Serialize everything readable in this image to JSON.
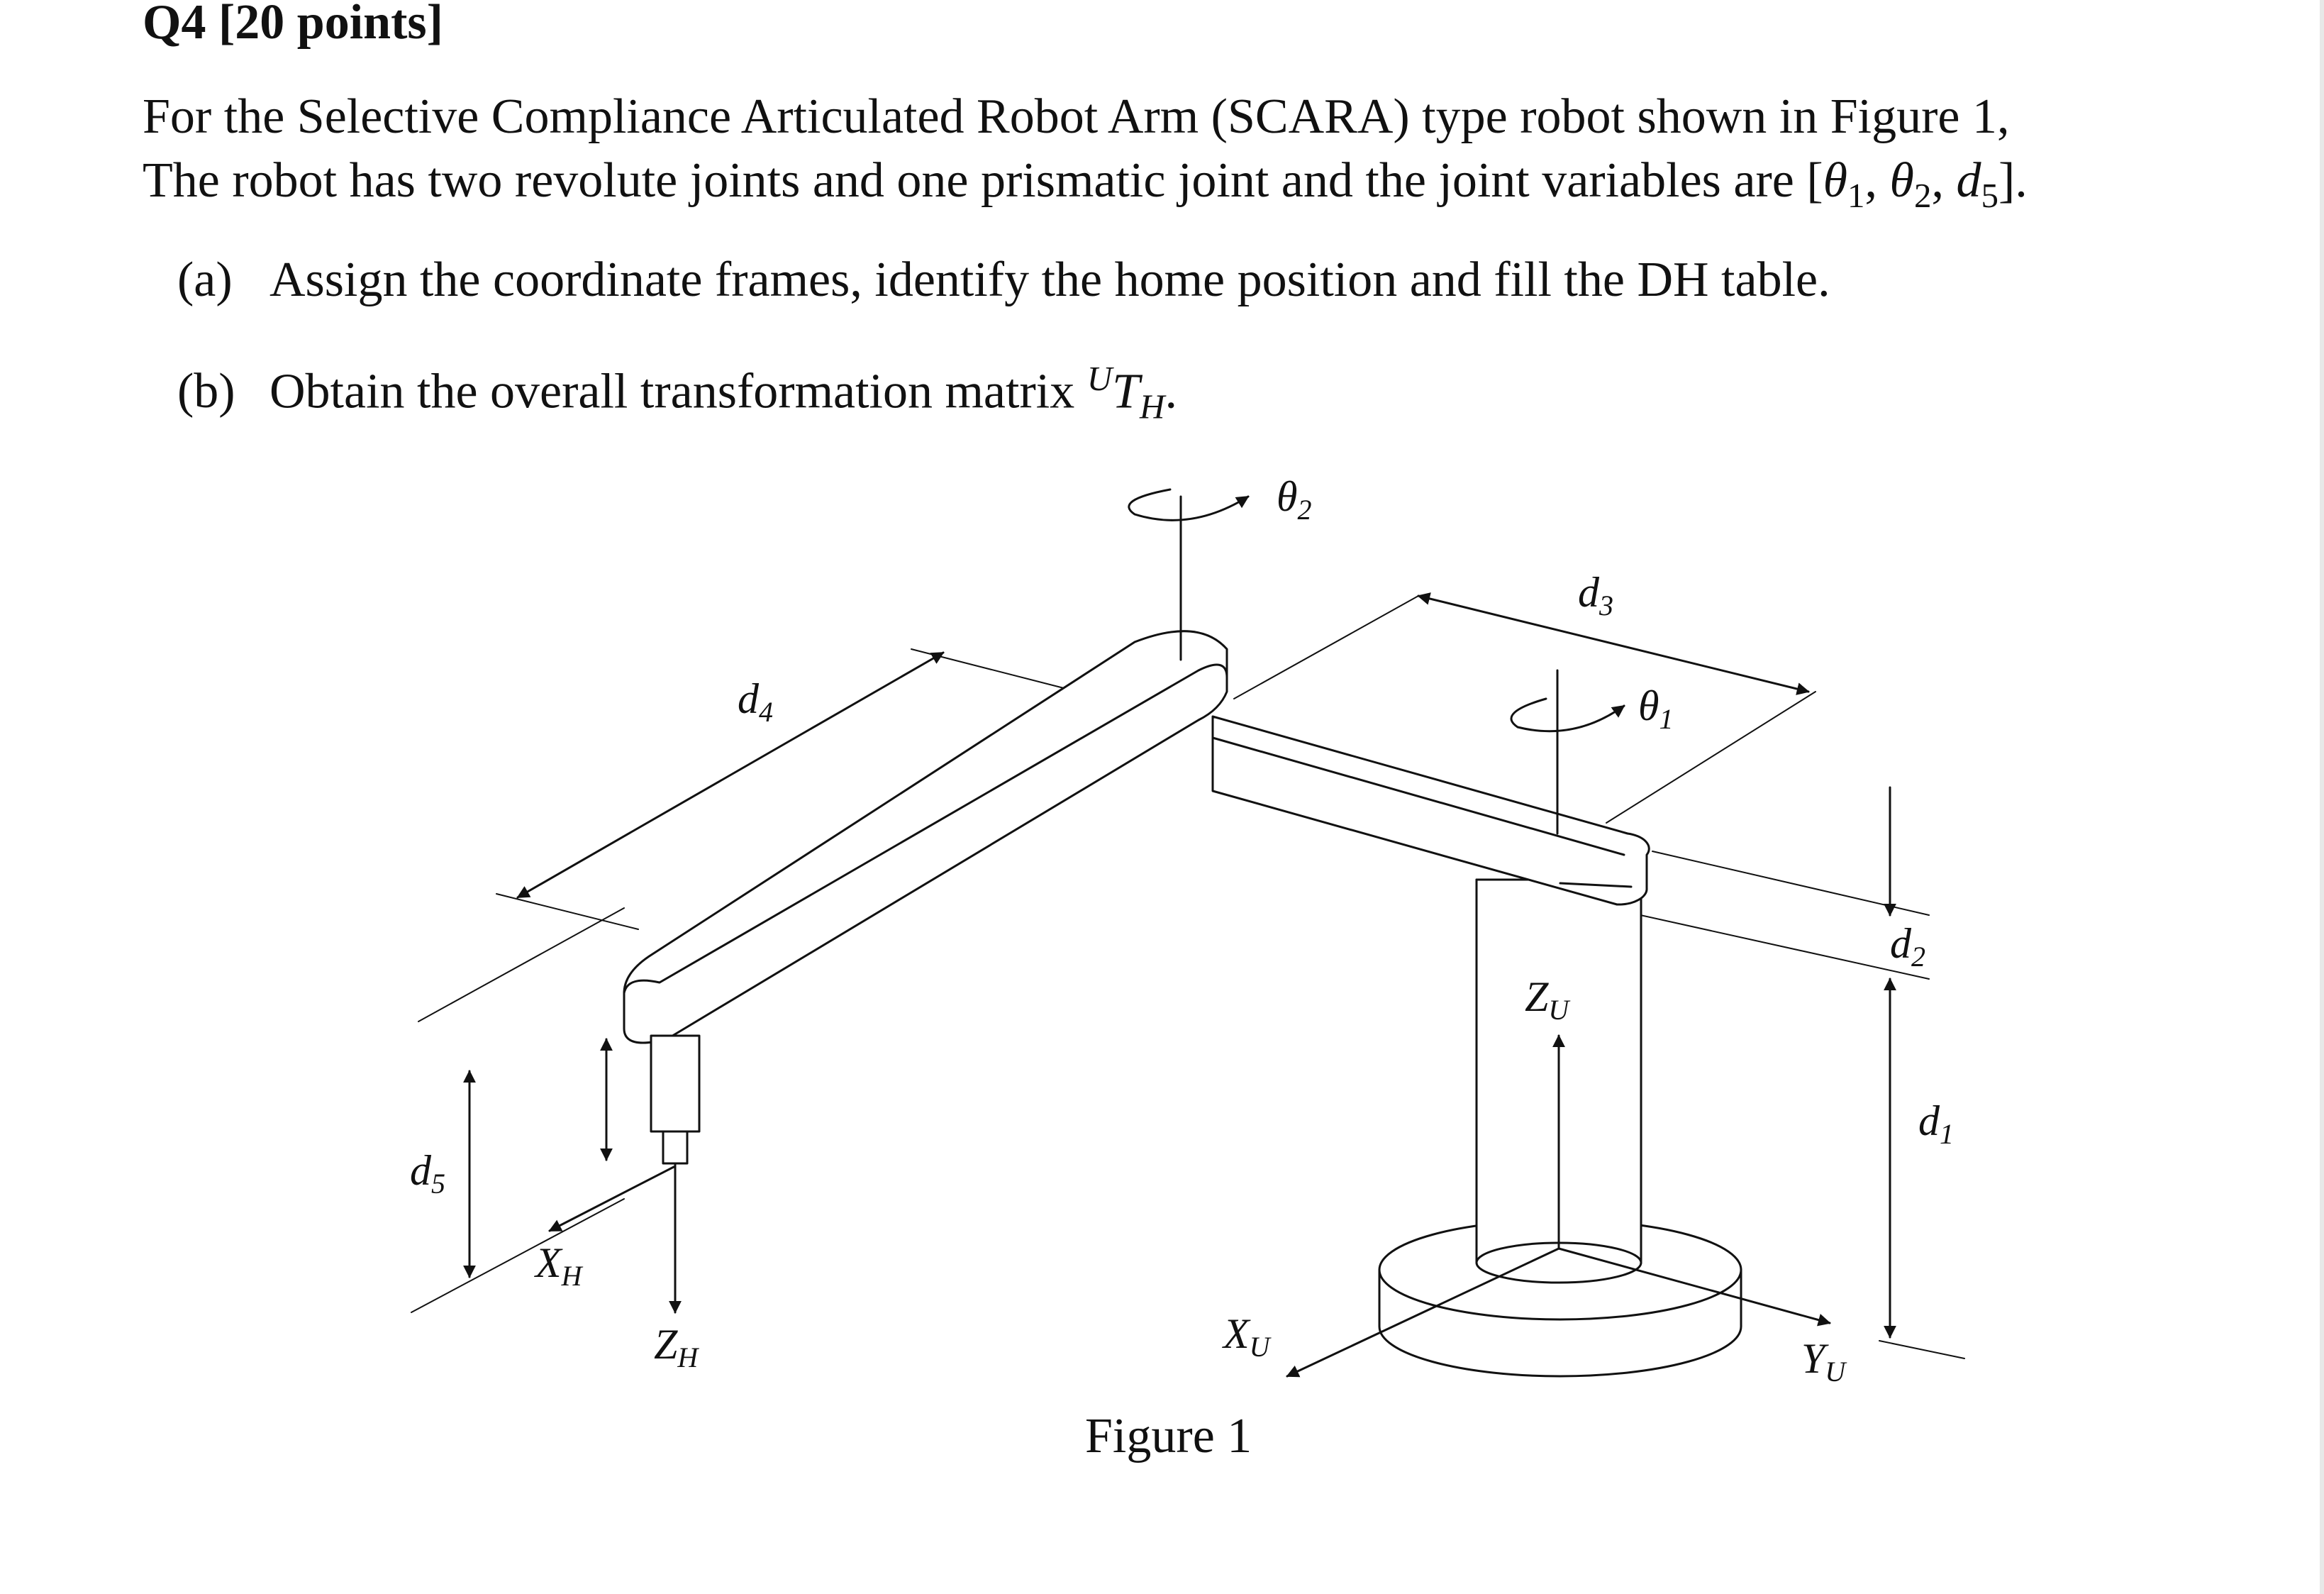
{
  "question": {
    "heading": "Q4 [20 points]",
    "para_line1": "For the Selective Compliance Articulated Robot Arm (SCARA) type robot shown in Figure 1,",
    "para_line2_prefix": "The robot has two revolute joints and one prismatic joint and the joint variables are [",
    "para_line2_vars": [
      "θ",
      "1",
      "θ",
      "2",
      "d",
      "5"
    ],
    "para_line2_suffix": "].",
    "part_a_tag": "(a)",
    "part_a_text": "Assign the coordinate frames, identify the home position and fill the DH table.",
    "part_b_tag": "(b)",
    "part_b_text": "Obtain the overall transformation matrix",
    "part_b_math_sup": "U",
    "part_b_math_main": "T",
    "part_b_math_sub": "H",
    "part_b_end": "."
  },
  "figure": {
    "caption": "Figure 1",
    "labels": {
      "theta2": {
        "main": "θ",
        "sub": "2"
      },
      "theta1": {
        "main": "θ",
        "sub": "1"
      },
      "d1": {
        "main": "d",
        "sub": "1"
      },
      "d2": {
        "main": "d",
        "sub": "2"
      },
      "d3": {
        "main": "d",
        "sub": "3"
      },
      "d4": {
        "main": "d",
        "sub": "4"
      },
      "d5": {
        "main": "d",
        "sub": "5"
      },
      "zu": {
        "main": "Z",
        "sub": "U"
      },
      "xu": {
        "main": "X",
        "sub": "U"
      },
      "yu": {
        "main": "Y",
        "sub": "U"
      },
      "xh": {
        "main": "X",
        "sub": "H"
      },
      "zh": {
        "main": "Z",
        "sub": "H"
      }
    }
  }
}
